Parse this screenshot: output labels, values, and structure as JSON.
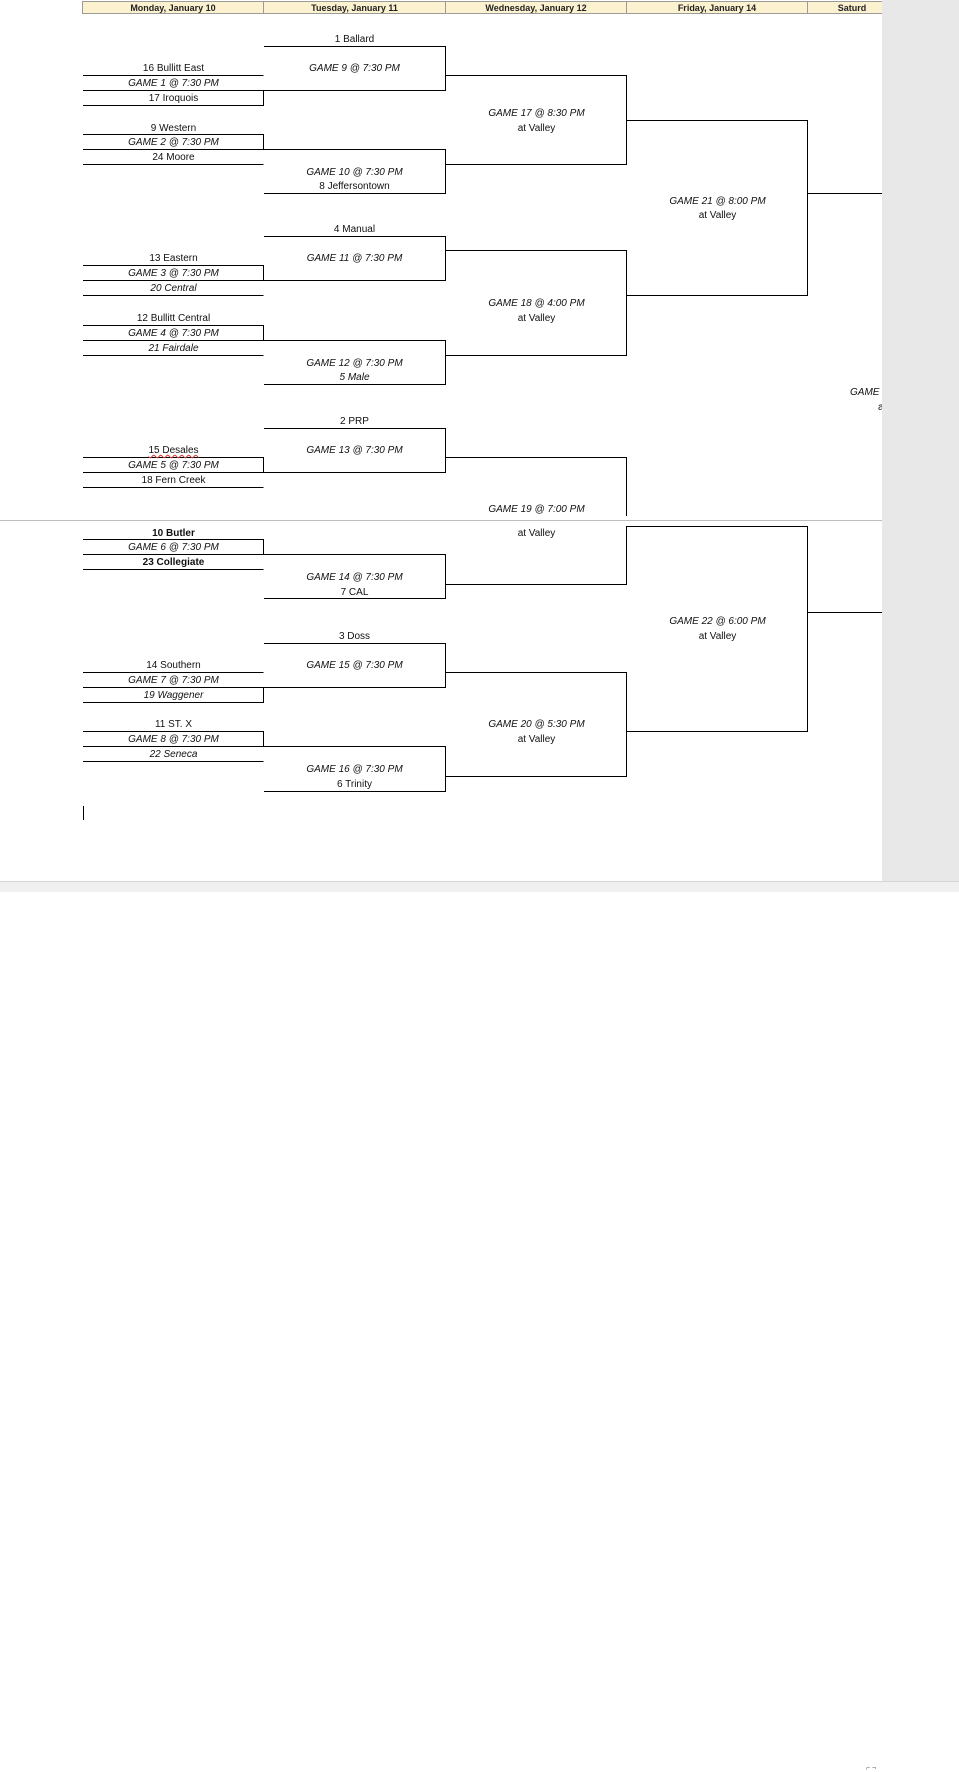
{
  "headers": [
    "Monday, January 10",
    "Tuesday, January 11",
    "Wednesday, January 12",
    "Friday, January 14",
    "Saturd"
  ],
  "round1": [
    {
      "top": "16 Bullitt East",
      "game": "GAME 1 @ 7:30 PM",
      "bottom": "17 Iroquois"
    },
    {
      "top": "9 Western",
      "game": "GAME 2 @ 7:30 PM",
      "bottom": "24 Moore"
    },
    {
      "top": "13 Eastern",
      "game": "GAME 3 @ 7:30 PM",
      "bottom": "20 Central"
    },
    {
      "top": "12 Bullitt Central",
      "game": "GAME 4 @ 7:30 PM",
      "bottom": "21 Fairdale"
    },
    {
      "top": "15 Desales",
      "game": "GAME 5 @ 7:30 PM",
      "bottom": "18 Fern Creek"
    },
    {
      "top": "10 Butler",
      "game": "GAME 6 @ 7:30 PM",
      "bottom": "23 Collegiate"
    },
    {
      "top": "14 Southern",
      "game": "GAME 7 @ 7:30 PM",
      "bottom": "19 Waggener"
    },
    {
      "top": "11 ST. X",
      "game": "GAME 8 @ 7:30 PM",
      "bottom": "22 Seneca"
    }
  ],
  "round2": [
    {
      "team": "1 Ballard",
      "game": "GAME 9 @ 7:30 PM"
    },
    {
      "game": "GAME 10 @ 7:30 PM",
      "team": "8 Jeffersontown"
    },
    {
      "team": "4 Manual",
      "game": "GAME 11 @ 7:30 PM"
    },
    {
      "game": "GAME 12 @ 7:30 PM",
      "team": "5 Male"
    },
    {
      "team": "2 PRP",
      "game": "GAME 13 @ 7:30 PM"
    },
    {
      "game": "GAME 14 @ 7:30 PM",
      "team": "7 CAL"
    },
    {
      "team": "3 Doss",
      "game": "GAME 15 @ 7:30 PM"
    },
    {
      "game": "GAME 16 @ 7:30 PM",
      "team": "6 Trinity"
    }
  ],
  "round3": [
    {
      "game": "GAME 17 @ 8:30 PM",
      "site": "at Valley"
    },
    {
      "game": "GAME 18 @ 4:00 PM",
      "site": "at Valley"
    },
    {
      "game": "GAME 19 @ 7:00 PM",
      "site": "at Valley"
    },
    {
      "game": "GAME 20 @ 5:30 PM",
      "site": "at Valley"
    }
  ],
  "round4": [
    {
      "game": "GAME 21 @ 8:00 PM",
      "site": "at Valley"
    },
    {
      "game": "GAME 22 @ 6:00 PM",
      "site": "at Valley"
    }
  ],
  "round5": {
    "game": "GAME",
    "site": "a"
  }
}
